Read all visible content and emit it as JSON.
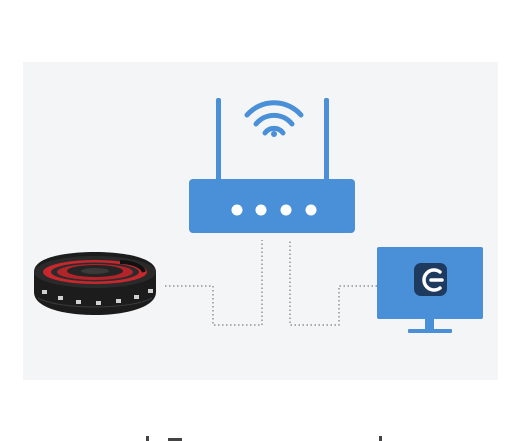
{
  "diagram": {
    "nodes": [
      {
        "id": "wifi-router",
        "icon": "wifi-router-icon"
      },
      {
        "id": "led-strip",
        "icon": "led-strip-reel-icon"
      },
      {
        "id": "monitor",
        "icon": "monitor-icon",
        "app_icon": "g-logo-app-icon"
      }
    ],
    "connections": [
      {
        "from": "led-strip",
        "to": "wifi-router",
        "style": "dotted"
      },
      {
        "from": "monitor",
        "to": "wifi-router",
        "style": "dotted"
      }
    ]
  },
  "colors": {
    "accent_blue": "#4a90d9",
    "panel_background": "#f4f5f7",
    "app_tile": "#1f3a5f",
    "strip_body": "#1c1c1c",
    "strip_accent_red": "#c8272d",
    "connector_line": "#7d7d7d"
  }
}
